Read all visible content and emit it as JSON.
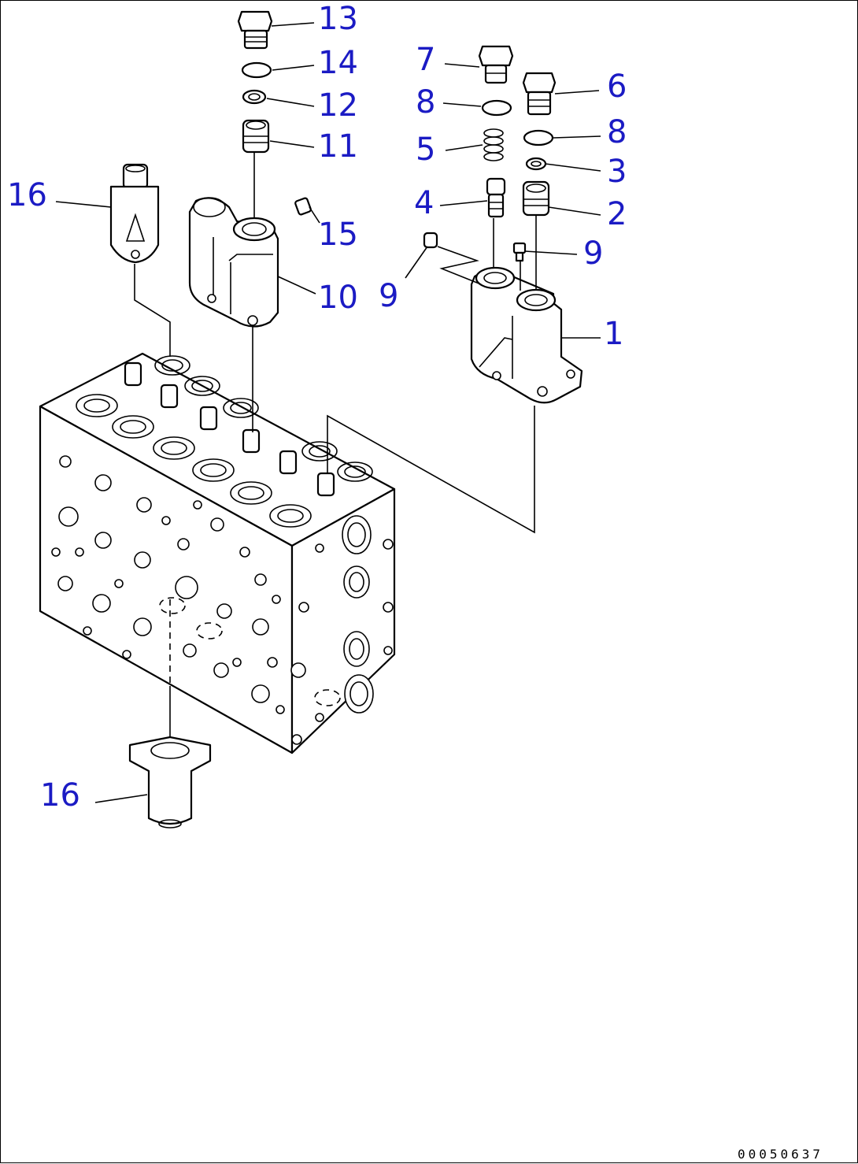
{
  "callouts": [
    {
      "id": "c13",
      "label": "13"
    },
    {
      "id": "c14",
      "label": "14"
    },
    {
      "id": "c12",
      "label": "12"
    },
    {
      "id": "c11",
      "label": "11"
    },
    {
      "id": "c15",
      "label": "15"
    },
    {
      "id": "c10",
      "label": "10"
    },
    {
      "id": "c16a",
      "label": "16"
    },
    {
      "id": "c16b",
      "label": "16"
    },
    {
      "id": "c7",
      "label": "7"
    },
    {
      "id": "c8a",
      "label": "8"
    },
    {
      "id": "c5",
      "label": "5"
    },
    {
      "id": "c4",
      "label": "4"
    },
    {
      "id": "c9a",
      "label": "9"
    },
    {
      "id": "c6",
      "label": "6"
    },
    {
      "id": "c8b",
      "label": "8"
    },
    {
      "id": "c3",
      "label": "3"
    },
    {
      "id": "c2",
      "label": "2"
    },
    {
      "id": "c9b",
      "label": "9"
    },
    {
      "id": "c1",
      "label": "1"
    }
  ],
  "document_number": "00050637",
  "colors": {
    "callout": "#1b1bc4",
    "line": "#000000"
  }
}
